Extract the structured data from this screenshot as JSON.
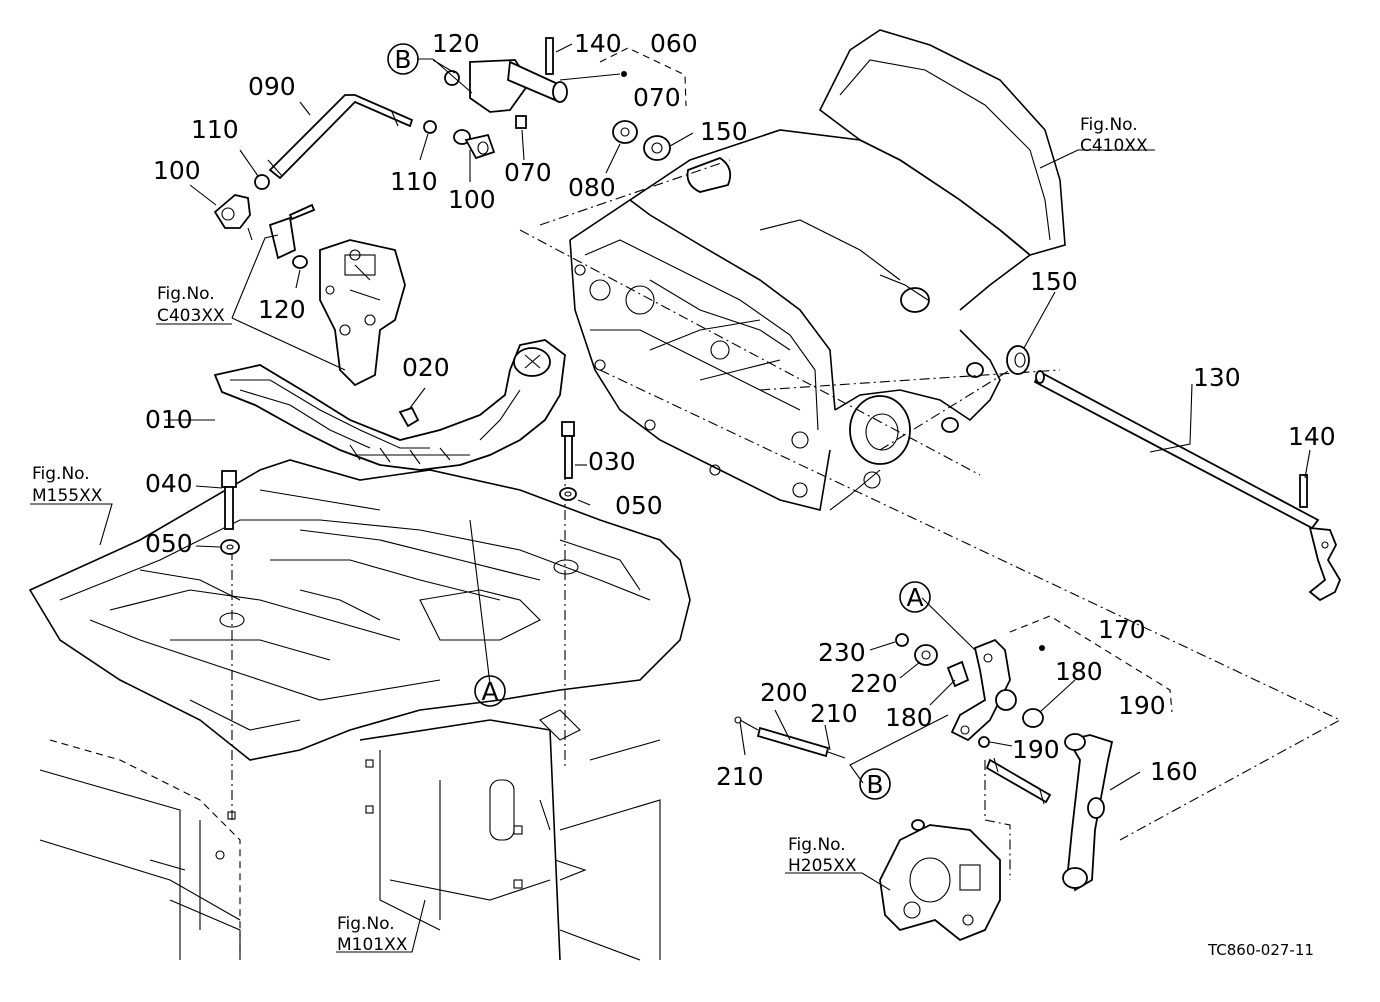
{
  "diagram": {
    "drawing_code": "TC860-027-11",
    "part_numbers": {
      "p010": "010",
      "p020": "020",
      "p030": "030",
      "p040": "040",
      "p050a": "050",
      "p050b": "050",
      "p060": "060",
      "p070a": "070",
      "p070b": "070",
      "p080": "080",
      "p090": "090",
      "p100a": "100",
      "p100b": "100",
      "p110a": "110",
      "p110b": "110",
      "p120a": "120",
      "p120b": "120",
      "p130": "130",
      "p140a": "140",
      "p140b": "140",
      "p150a": "150",
      "p150b": "150",
      "p160": "160",
      "p170": "170",
      "p180a": "180",
      "p180b": "180",
      "p190a": "190",
      "p190b": "190",
      "p200": "200",
      "p210a": "210",
      "p210b": "210",
      "p220": "220",
      "p230": "230"
    },
    "callouts": {
      "a1": "A",
      "a2": "A",
      "b1": "B",
      "b2": "B"
    },
    "figure_refs": {
      "c410": {
        "label": "Fig.No.",
        "code": "C410XX"
      },
      "c403": {
        "label": "Fig.No.",
        "code": "C403XX"
      },
      "m155": {
        "label": "Fig.No.",
        "code": "M155XX"
      },
      "m101": {
        "label": "Fig.No.",
        "code": "M101XX"
      },
      "h205": {
        "label": "Fig.No.",
        "code": "H205XX"
      }
    }
  }
}
